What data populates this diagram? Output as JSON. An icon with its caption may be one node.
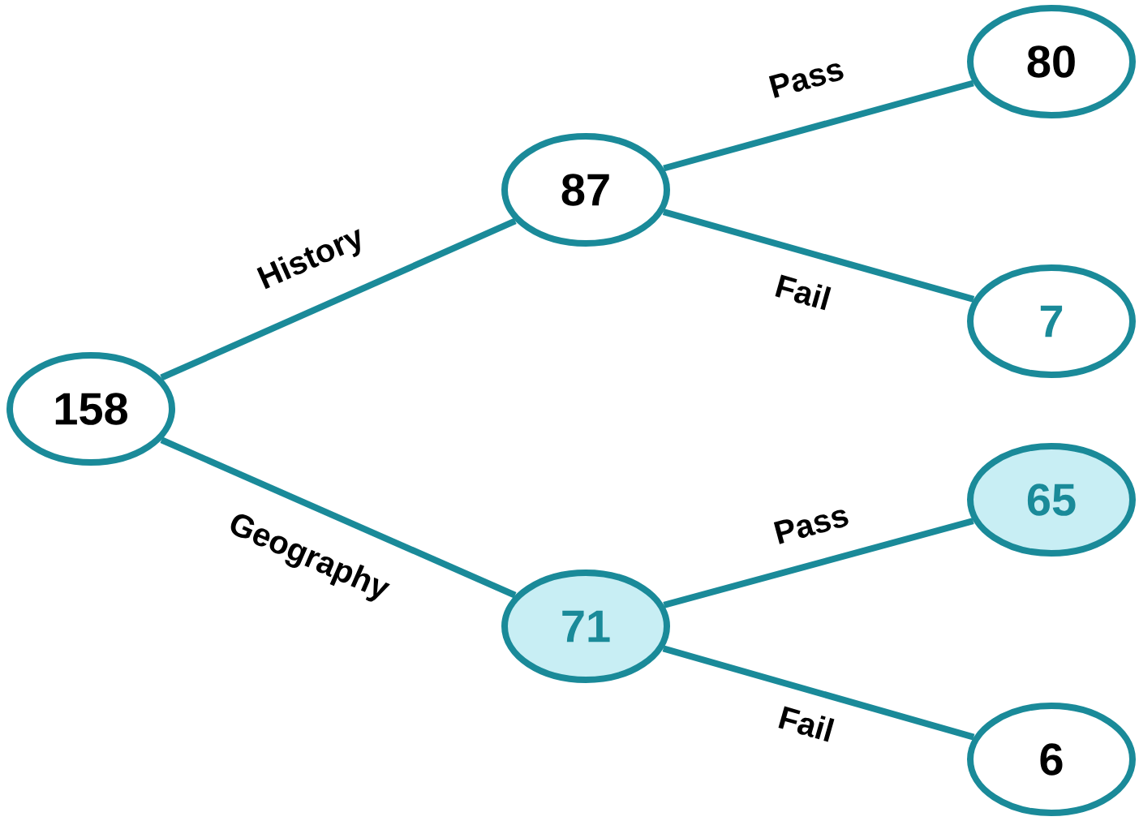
{
  "diagram": {
    "nodes": [
      {
        "text": [
          "158"
        ]
      },
      {
        "text": [
          "87"
        ]
      },
      {
        "text": [
          "71"
        ]
      },
      {
        "text": [
          "80"
        ]
      },
      {
        "text": [
          "7"
        ]
      },
      {
        "text": [
          "65"
        ]
      },
      {
        "text": [
          "6"
        ]
      }
    ],
    "edges": [
      {
        "from": 0,
        "to": 1,
        "arrow": "none",
        "label": "History"
      },
      {
        "from": 0,
        "to": 2,
        "arrow": "none",
        "label": "Geography"
      },
      {
        "from": 1,
        "to": 3,
        "arrow": "none",
        "label": "Pass"
      },
      {
        "from": 1,
        "to": 4,
        "arrow": "none",
        "label": "Fail"
      },
      {
        "from": 2,
        "to": 5,
        "arrow": "none",
        "label": "Pass"
      },
      {
        "from": 2,
        "to": 6,
        "arrow": "none",
        "label": "Fail"
      }
    ]
  }
}
